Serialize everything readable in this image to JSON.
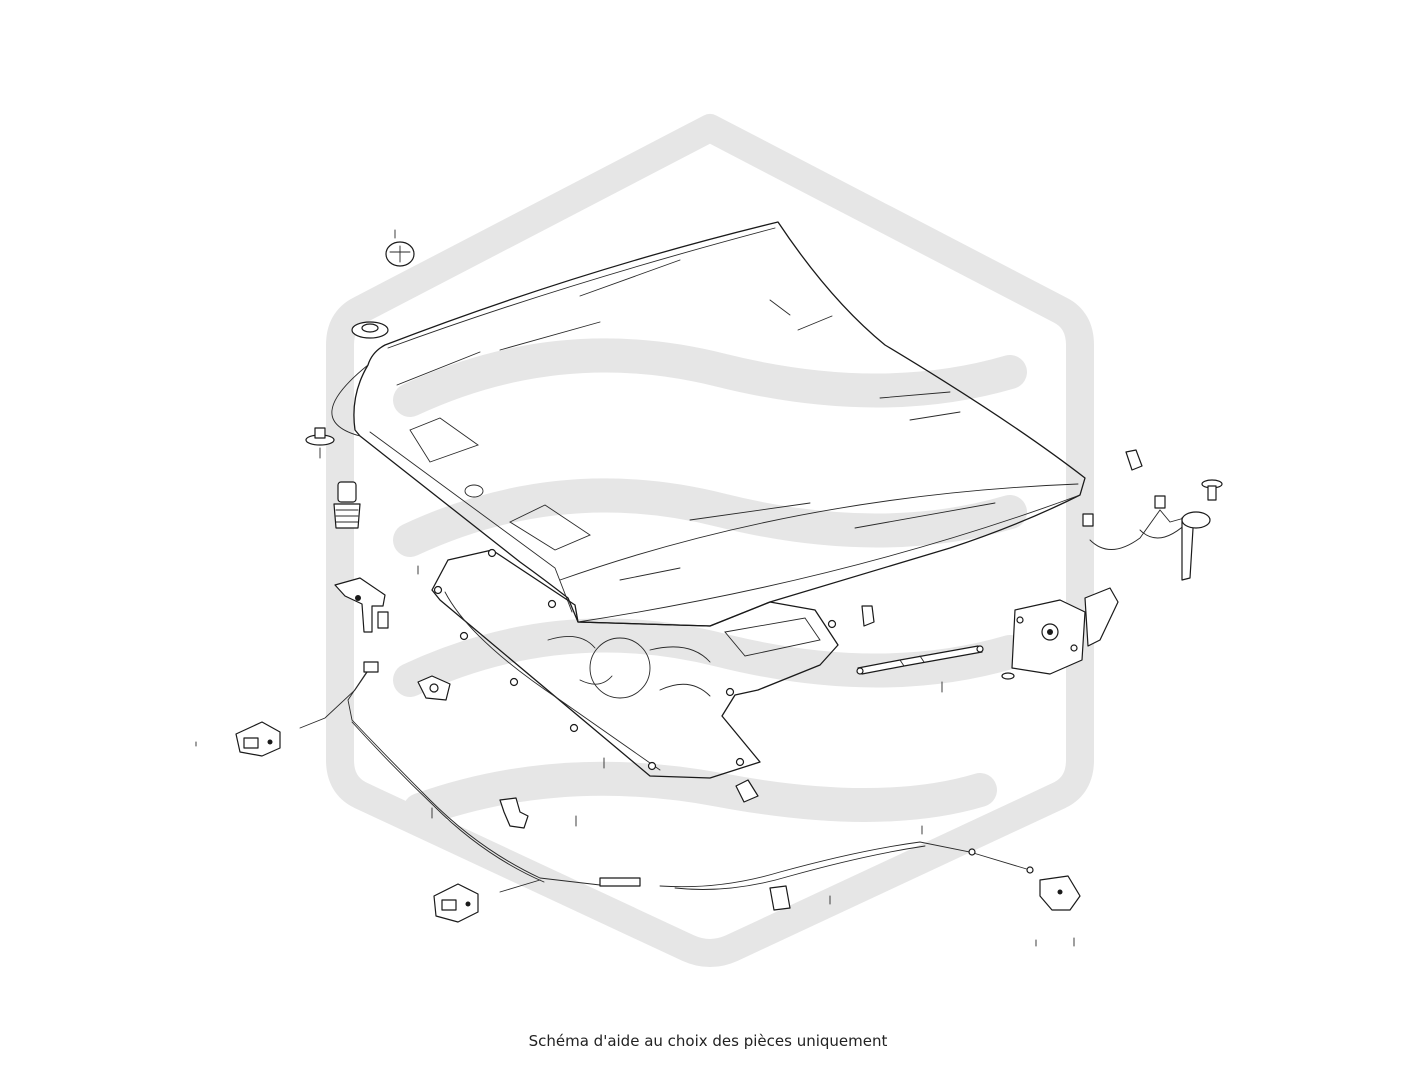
{
  "caption": "Schéma d'aide au choix des pièces uniquement",
  "colors": {
    "watermark": "#e6e6e6",
    "line": "#1a1a1a",
    "background": "#ffffff"
  },
  "icons": {
    "watermark": "hexagon-logo-icon",
    "parts": [
      "hood-panel",
      "hood-insulation-liner",
      "hood-emblem",
      "grommet",
      "push-clip",
      "bump-stop",
      "hinge-bracket",
      "release-cable",
      "hood-latch",
      "gas-strut",
      "hood-hinge",
      "hood-prop-rod",
      "release-handle",
      "cable-clip"
    ]
  }
}
